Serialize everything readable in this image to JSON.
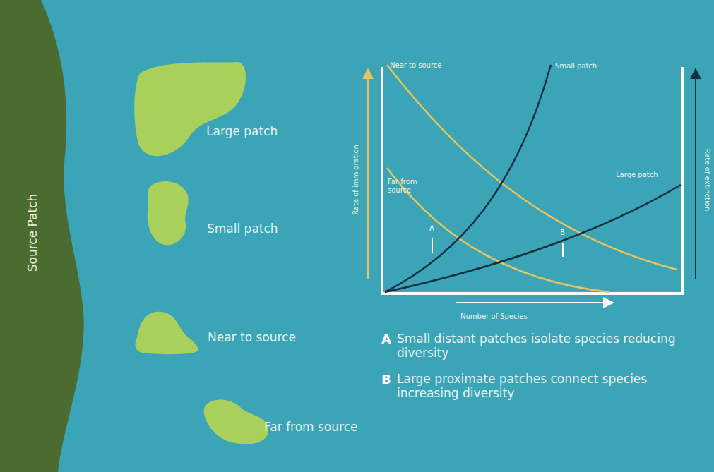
{
  "diagram": {
    "nodes": [
      {
        "text": [
          "Source Patch"
        ]
      },
      {
        "text": [
          "Large patch"
        ]
      },
      {
        "text": [
          "Small patch"
        ]
      },
      {
        "text": [
          "Near to source"
        ]
      },
      {
        "text": [
          "Far from source"
        ]
      }
    ],
    "labels": [
      "Rate of immigration",
      "Rate of extinction",
      "Number of Species",
      "Near to source",
      "Far from source",
      "Small patch",
      "Large patch",
      "A",
      "B",
      "A",
      "Small distant patches isolate species reducing diversity",
      "B",
      "Large proximate patches connect species increasing diversity"
    ]
  }
}
